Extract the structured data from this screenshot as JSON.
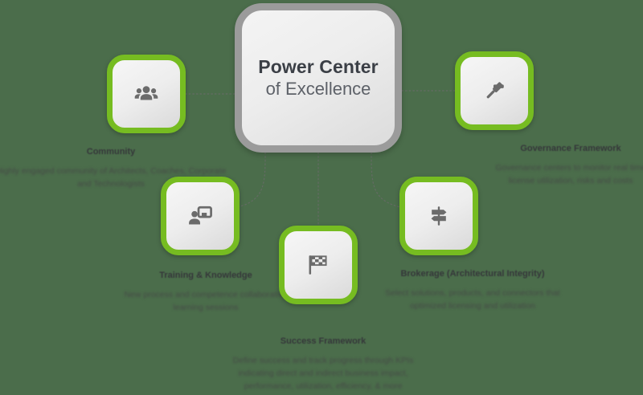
{
  "theme": {
    "background": "#4b6d4b",
    "accent_green": "#76bc21",
    "hub_border_gray": "#9b9b9b",
    "heading_text": "#35373a",
    "body_text": "#454a46"
  },
  "hub": {
    "title": "Power Center",
    "subtitle": "of Excellence"
  },
  "nodes": [
    {
      "id": "community",
      "icon": "users-group-icon",
      "heading": "Community",
      "body": "Highly engaged community of Architects, Coaches, Corporate and Technologists"
    },
    {
      "id": "governance",
      "icon": "gavel-icon",
      "heading": "Governance Framework",
      "body": "Governance centers to monitor real time license utilization, risks and costs"
    },
    {
      "id": "training",
      "icon": "presentation-training-icon",
      "heading": "Training & Knowledge",
      "body": "New process and competence collaborative learning sessions"
    },
    {
      "id": "brokerage",
      "icon": "signpost-directions-icon",
      "heading": "Brokerage (Architectural Integrity)",
      "body": "Select solutions, products, and connectors that optimized licensing and utilization"
    },
    {
      "id": "success",
      "icon": "checkered-flag-icon",
      "heading": "Success Framework",
      "body": "Define success and track progress through KPIs indicating direct and indirect business impact, performance, utilization, efficiency, & more"
    }
  ]
}
